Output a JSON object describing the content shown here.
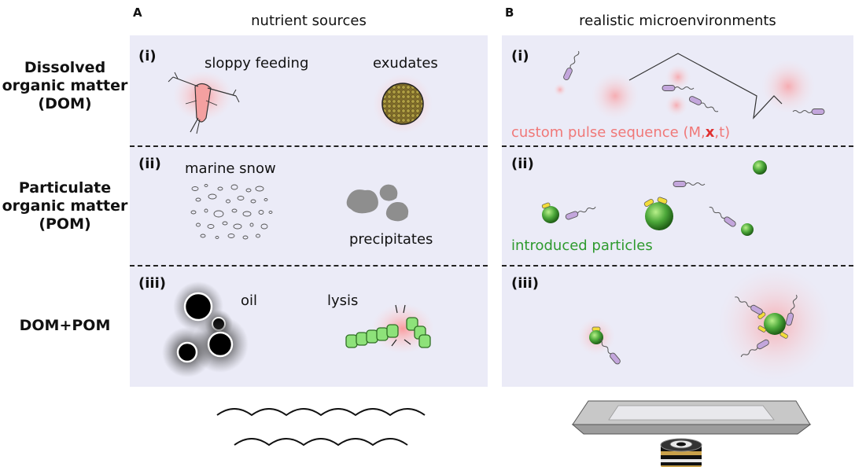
{
  "panels": {
    "A": {
      "letter": "A",
      "title": "nutrient sources"
    },
    "B": {
      "letter": "B",
      "title": "realistic microenvironments"
    }
  },
  "rows": [
    {
      "label_lines": [
        "Dissolved",
        "organic matter",
        "(DOM)"
      ],
      "numeral": "(i)"
    },
    {
      "label_lines": [
        "Particulate",
        "organic matter",
        "(POM)"
      ],
      "numeral": "(ii)"
    },
    {
      "label_lines": [
        "DOM+POM"
      ],
      "numeral": "(iii)"
    }
  ],
  "labels": {
    "sloppy_feeding": "sloppy feeding",
    "exudates": "exudates",
    "marine_snow": "marine snow",
    "precipitates": "precipitates",
    "oil": "oil",
    "lysis": "lysis",
    "pulse_prefix": "custom pulse sequence (M,",
    "pulse_x": "x",
    "pulse_suffix": ",t)",
    "introduced_particles": "introduced particles"
  },
  "colors": {
    "panel_bg": "#ebebf7",
    "pulse_text": "#f07878",
    "particle_text": "#2e9a2e",
    "pulse_x": "#e03030",
    "bacteria": "#c3a6dc",
    "particle_green": "#3e9a2e",
    "attached_yellow": "#f2dc3a"
  },
  "icons": [
    "copepod-icon",
    "phytoplankton-cell-icon",
    "marine-snow-icon",
    "precipitate-icon",
    "oil-droplet-icon",
    "lysing-filament-icon",
    "bacterium-icon",
    "particle-icon",
    "waves-icon",
    "microfluidic-chamber-icon",
    "microscope-objective-icon"
  ]
}
